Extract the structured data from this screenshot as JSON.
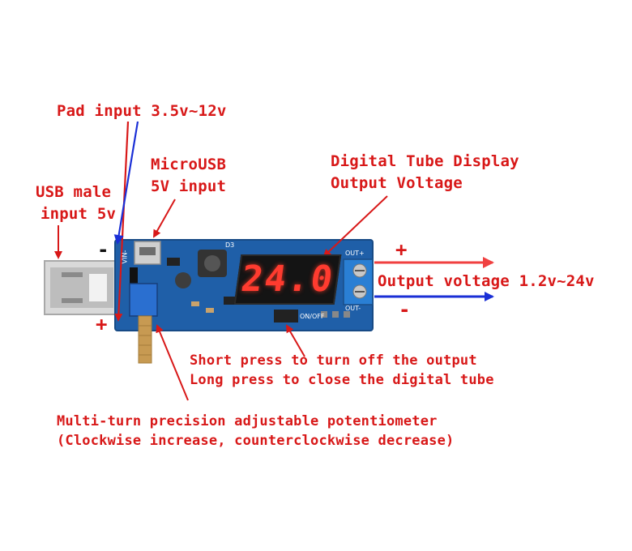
{
  "labels": {
    "pad_input": "Pad input 3.5v~12v",
    "microusb_line1": "MicroUSB",
    "microusb_line2": "5V input",
    "usb_male_line1": "USB male",
    "usb_male_line2": "input 5v",
    "display_line1": "Digital Tube Display",
    "display_line2": "Output Voltage",
    "output_voltage": "Output voltage 1.2v~24v",
    "press_line1": "Short press to turn off the output",
    "press_line2": "Long press to close the digital tube",
    "pot_line1": "Multi-turn precision adjustable potentiometer",
    "pot_line2": "(Clockwise increase, counterclockwise decrease)"
  },
  "signs": {
    "input_minus": "-",
    "input_plus": "+",
    "output_plus": "+",
    "output_minus": "-"
  },
  "board": {
    "display_value": "24.0",
    "out_plus_label": "OUT+",
    "out_minus_label": "OUT-",
    "switch_label": "ON/OFF",
    "vin_label": "VIN-",
    "d3_label": "D3"
  },
  "colors": {
    "annotation_red": "#d81818",
    "arrow_blue": "#1a2fd6",
    "pcb_blue": "#1f5fa8",
    "terminal_blue": "#2a7fd4",
    "segment_red": "#ff3b2f"
  }
}
